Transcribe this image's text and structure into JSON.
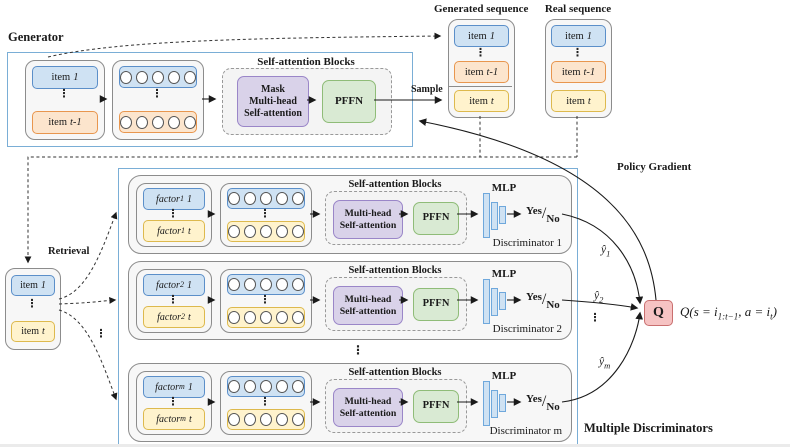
{
  "ui": {
    "ellipsis": "⋮"
  },
  "colors": {
    "blue_fill": "#cfe2f3",
    "blue_border": "#5b8fc9",
    "peach_fill": "#fce5cd",
    "peach_border": "#e8964e",
    "yellow_fill": "#fff3cd",
    "yellow_border": "#ddb94d",
    "purple_fill": "#d9d2e9",
    "purple_border": "#9a86c8",
    "green_fill": "#d9ead3",
    "green_border": "#8fbc78",
    "pink_fill": "#f6c3c3",
    "pink_border": "#c96f6f",
    "panel_border": "#7aaed6"
  },
  "generator": {
    "title": "Generator",
    "item_first": {
      "base": "item",
      "var": "1"
    },
    "item_last": {
      "base": "item",
      "var": "t-1"
    },
    "sa_label": "Self-attention Blocks",
    "attention": "Mask\nMulti-head\nSelf-attention",
    "pffn": "PFFN",
    "sample": "Sample"
  },
  "generated_seq": {
    "title": "Generated sequence",
    "item_first": {
      "base": "item",
      "var": "1"
    },
    "item_mid": {
      "base": "item",
      "var": "t-1"
    },
    "item_last": {
      "base": "item",
      "var": "t"
    }
  },
  "real_seq": {
    "title": "Real sequence",
    "item_first": {
      "base": "item",
      "var": "1"
    },
    "item_mid": {
      "base": "item",
      "var": "t-1"
    },
    "item_last": {
      "base": "item",
      "var": "t"
    }
  },
  "retrieval": {
    "label": "Retrieval",
    "item_first": {
      "base": "item",
      "var": "1"
    },
    "item_last": {
      "base": "item",
      "var": "t"
    }
  },
  "discriminators": {
    "panel_label": "Multiple Discriminators",
    "sa_label": "Self-attention Blocks",
    "attention": "Multi-head\nSelf-attention",
    "pffn": "PFFN",
    "mlp": "MLP",
    "yes": "Yes",
    "slash": "/",
    "no": "No",
    "rows": [
      {
        "name": "Discriminator 1",
        "f_first": {
          "base": "factor",
          "sub": "1",
          "var": "1"
        },
        "f_last": {
          "base": "factor",
          "sub": "1",
          "var": "t"
        }
      },
      {
        "name": "Discriminator 2",
        "f_first": {
          "base": "factor",
          "sub": "2",
          "var": "1"
        },
        "f_last": {
          "base": "factor",
          "sub": "2",
          "var": "t"
        }
      },
      {
        "name": "Discriminator m",
        "f_first": {
          "base": "factor",
          "sub": "m",
          "var": "1"
        },
        "f_last": {
          "base": "factor",
          "sub": "m",
          "var": "t"
        }
      }
    ]
  },
  "outputs": {
    "policy_gradient": "Policy Gradient",
    "y1": {
      "base": "ŷ",
      "sub": "1"
    },
    "y2": {
      "base": "ŷ",
      "sub": "2"
    },
    "ym": {
      "base": "ŷ",
      "sub": "m"
    },
    "q": "Q",
    "formula": {
      "p1": "Q(s = i",
      "sub1": "1:t−1",
      "p2": ", a = i",
      "sub2": "t",
      "p3": ")"
    }
  }
}
